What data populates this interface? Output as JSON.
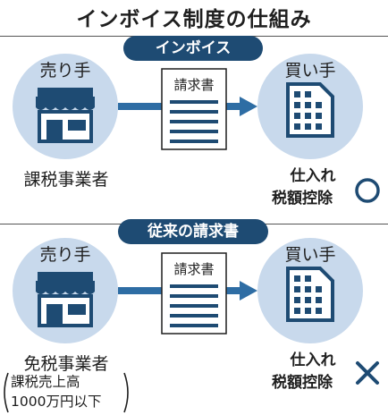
{
  "title": "インボイス制度の仕組み",
  "colors": {
    "navy": "#1e4b73",
    "circle": "#c8d9ec",
    "arrow": "#2e6da4"
  },
  "sections": [
    {
      "header": "インボイス",
      "seller_label": "売り手",
      "seller_desc": "課税事業者",
      "document_label": "請求書",
      "buyer_label": "買い手",
      "result_line1": "仕入れ",
      "result_line2": "税額控除",
      "result_icon": "circle-mark-icon"
    },
    {
      "header": "従来の請求書",
      "seller_label": "売り手",
      "seller_desc_line1": "免税事業者",
      "seller_desc_line2": "課税売上高",
      "seller_desc_line3": "1000万円以下",
      "document_label": "請求書",
      "buyer_label": "買い手",
      "result_line1": "仕入れ",
      "result_line2": "税額控除",
      "result_icon": "cross-mark-icon"
    }
  ]
}
